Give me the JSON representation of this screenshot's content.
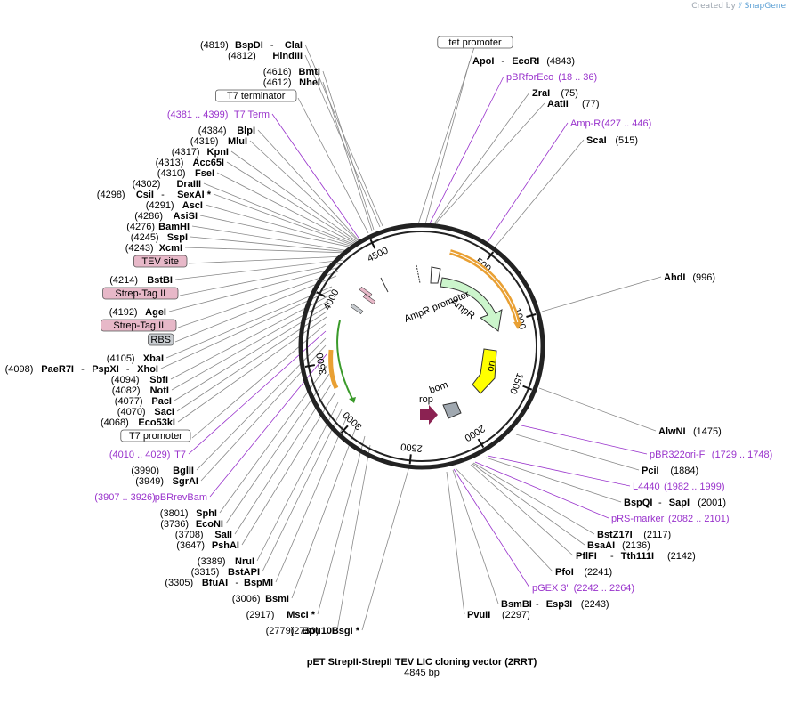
{
  "brand": {
    "created_by": "Created by",
    "name": "SnapGene"
  },
  "plasmid": {
    "name": "pET StrepII-StrepII TEV LIC cloning vector (2RRT)",
    "length": "4845 bp",
    "total_bp": 4845
  },
  "ticks": [
    "500",
    "1000",
    "1500",
    "2000",
    "2500",
    "3000",
    "3500",
    "4000",
    "4500"
  ],
  "features": {
    "ampr_promoter": "AmpR promoter",
    "ampr": "AmpR",
    "ori": "ori",
    "bom": "bom",
    "rop": "rop"
  },
  "colors": {
    "primer": "#9933cc",
    "ampr": "#ccf5cc",
    "ori": "#ffff00",
    "rop": "#8b2252",
    "bom": "#a0a8b0",
    "tag": "#e7b8c8",
    "rbs": "#c8ccd0",
    "orange": "#e9a033"
  },
  "labels": [
    {
      "pos": "(4819)",
      "name": "BspDI",
      "sep": "-",
      "name2": "ClaI"
    },
    {
      "pos": "(4812)",
      "name": "HindIII"
    },
    {
      "pos": "(4616)",
      "name": "BmtI"
    },
    {
      "pos": "(4612)",
      "name": "NheI"
    },
    {
      "box": "T7 terminator"
    },
    {
      "pos": "(4381 .. 4399)",
      "name": "T7 Term",
      "primer": true
    },
    {
      "pos": "(4384)",
      "name": "BlpI"
    },
    {
      "pos": "(4319)",
      "name": "MluI"
    },
    {
      "pos": "(4317)",
      "name": "KpnI"
    },
    {
      "pos": "(4313)",
      "name": "Acc65I"
    },
    {
      "pos": "(4310)",
      "name": "FseI"
    },
    {
      "pos": "(4302)",
      "name": "DraIII"
    },
    {
      "pos": "(4298)",
      "name": "CsiI",
      "sep": "-",
      "name2": "SexAI *"
    },
    {
      "pos": "(4291)",
      "name": "AscI"
    },
    {
      "pos": "(4286)",
      "name": "AsiSI"
    },
    {
      "pos": "(4276)",
      "name": "BamHI"
    },
    {
      "pos": "(4245)",
      "name": "SspI"
    },
    {
      "pos": "(4243)",
      "name": "XcmI"
    },
    {
      "box": "TEV site",
      "pink": true
    },
    {
      "pos": "(4214)",
      "name": "BstBI"
    },
    {
      "box": "Strep-Tag II",
      "pink": true
    },
    {
      "pos": "(4192)",
      "name": "AgeI"
    },
    {
      "box": "Strep-Tag II",
      "pink": true
    },
    {
      "box": "RBS",
      "gray": true
    },
    {
      "pos": "(4105)",
      "name": "XbaI"
    },
    {
      "pos": "(4098)",
      "name": "PaeR7I",
      "sep": "-",
      "name2": "PspXI",
      "sep2": "-",
      "name3": "XhoI"
    },
    {
      "pos": "(4094)",
      "name": "SbfI"
    },
    {
      "pos": "(4082)",
      "name": "NotI"
    },
    {
      "pos": "(4077)",
      "name": "PacI"
    },
    {
      "pos": "(4070)",
      "name": "SacI"
    },
    {
      "pos": "(4068)",
      "name": "Eco53kI"
    },
    {
      "box": "T7 promoter"
    },
    {
      "pos": "(4010 .. 4029)",
      "name": "T7",
      "primer": true
    },
    {
      "pos": "(3990)",
      "name": "BglII"
    },
    {
      "pos": "(3949)",
      "name": "SgrAI"
    },
    {
      "pos": "(3907 .. 3926)",
      "name": "pBRrevBam",
      "primer": true
    },
    {
      "pos": "(3801)",
      "name": "SphI"
    },
    {
      "pos": "(3736)",
      "name": "EcoNI"
    },
    {
      "pos": "(3708)",
      "name": "SalI"
    },
    {
      "pos": "(3647)",
      "name": "PshAI"
    },
    {
      "pos": "(3389)",
      "name": "NruI"
    },
    {
      "pos": "(3315)",
      "name": "BstAPI"
    },
    {
      "pos": "(3305)",
      "name": "BfuAI",
      "sep": "-",
      "name2": "BspMI"
    },
    {
      "pos": "(3006)",
      "name": "BsmI"
    },
    {
      "pos": "(2917)",
      "name": "MscI *"
    },
    {
      "pos": "(2779)",
      "name": "Bpu10I"
    },
    {
      "pos": "(2730)",
      "name": "BsgI *"
    },
    {
      "box": "tet promoter"
    },
    {
      "pos": "(4843)",
      "name": "ApoI",
      "sep": "-",
      "name2": "EcoRI"
    },
    {
      "pos": "(18 .. 36)",
      "name": "pBRforEco",
      "primer": true
    },
    {
      "pos": "(75)",
      "name": "ZraI"
    },
    {
      "pos": "(77)",
      "name": "AatII"
    },
    {
      "pos": "(427 .. 446)",
      "name": "Amp-R",
      "primer": true
    },
    {
      "pos": "(515)",
      "name": "ScaI"
    },
    {
      "pos": "(996)",
      "name": "AhdI"
    },
    {
      "pos": "(1475)",
      "name": "AlwNI"
    },
    {
      "pos": "(1729 .. 1748)",
      "name": "pBR322ori-F",
      "primer": true
    },
    {
      "pos": "(1884)",
      "name": "PciI"
    },
    {
      "pos": "(1982 .. 1999)",
      "name": "L4440",
      "primer": true
    },
    {
      "pos": "(2001)",
      "name": "BspQI",
      "sep": "-",
      "name2": "SapI"
    },
    {
      "pos": "(2082 .. 2101)",
      "name": "pRS-marker",
      "primer": true
    },
    {
      "pos": "(2117)",
      "name": "BstZ17I"
    },
    {
      "pos": "(2136)",
      "name": "BsaAI"
    },
    {
      "pos": "(2142)",
      "name": "PflFI",
      "sep": "-",
      "name2": "Tth111I"
    },
    {
      "pos": "(2241)",
      "name": "PfoI"
    },
    {
      "pos": "(2242 .. 2264)",
      "name": "pGEX 3'",
      "primer": true
    },
    {
      "pos": "(2243)",
      "name": "BsmBI",
      "sep": "-",
      "name2": "Esp3I"
    },
    {
      "pos": "(2297)",
      "name": "PvuII"
    }
  ]
}
